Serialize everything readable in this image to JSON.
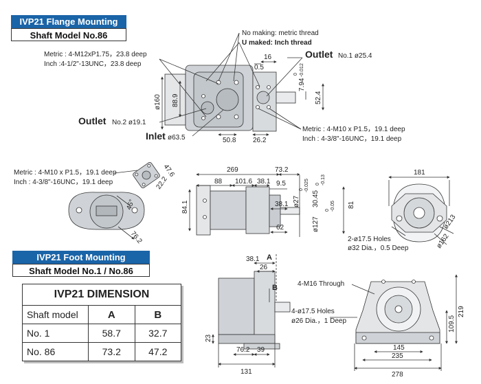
{
  "flange": {
    "title": "IVP21 Flange Mounting",
    "shaft": "Shaft Model No.86"
  },
  "foot": {
    "title": "IVP21 Foot Mounting",
    "shaft": "Shaft Model No.1 / No.86"
  },
  "callouts": {
    "no_making": "No making: metric thread",
    "u_maked": "U maked: Inch thread",
    "metric_m12": "Metric : 4-M12xP1.75，23.8 deep",
    "inch_half": "Inch :4-1/2\"-13UNC，23.8 deep",
    "outlet1_word": "Outlet",
    "outlet1_size": "No.1 ø25.4",
    "outlet2_word": "Outlet",
    "outlet2_size": "No.2 ø19.1",
    "inlet_word": "Inlet",
    "inlet_size": "ø63.5",
    "metric_m10_right": "Metric : 4-M10 x P1.5，19.1 deep",
    "inch_38_right": "Inch : 4-3/8\"-16UNC，19.1 deep",
    "metric_m10_left": "Metric : 4-M10 x P1.5，19.1 deep",
    "inch_38_left": "Inch : 4-3/8\"-16UNC，19.1 deep",
    "holes_175": "2-ø17.5 Holes",
    "cb_32": "ø32 Dia.，0.5 Deep",
    "m16": "4-M16 Through",
    "holes_175b": "4-ø17.5 Holes",
    "cb_26": "ø26 Dia.，1 Deep"
  },
  "dims": {
    "d16": "16",
    "d05": "0.5",
    "d160": "ø160",
    "d889": "88.9",
    "d794": "7.94",
    "d794_tol_top": "0",
    "d794_tol_bot": "-0.012",
    "d524": "52.4",
    "d508": "50.8",
    "d262": "26.2",
    "d476": "47.6",
    "d222": "22.2",
    "d45": "45°",
    "d762a": "76.2",
    "d269": "269",
    "d732": "73.2",
    "d88": "88",
    "d1016": "101.6",
    "d381": "38.1",
    "d95": "9.5",
    "d841": "84.1",
    "d381b": "38.1",
    "d62": "62",
    "d27": "ø27",
    "d27_tol_top": "0",
    "d27_tol_bot": "-0.025",
    "d3045": "30.45",
    "d3045_tol_top": "0",
    "d3045_tol_bot": "-0.13",
    "d127": "ø127",
    "d127_tol_top": "0",
    "d127_tol_bot": "-0.05",
    "d81": "81",
    "d181": "181",
    "d213": "ø213",
    "d162": "ø162",
    "d381c": "38.1",
    "dA": "A",
    "d26": "26",
    "dB": "B",
    "d23": "23",
    "d762b": "76.2",
    "d39": "39",
    "d131": "131",
    "d219": "219",
    "d1095": "109.5",
    "d145": "145",
    "d235": "235",
    "d278": "278"
  },
  "table": {
    "title": "IVP21 DIMENSION",
    "col_model": "Shaft model",
    "col_a": "A",
    "col_b": "B",
    "rows": [
      {
        "model": "No. 1",
        "a": "58.7",
        "b": "32.7"
      },
      {
        "model": "No. 86",
        "a": "73.2",
        "b": "47.2"
      }
    ]
  },
  "colors": {
    "header_blue": "#1a64a8",
    "body_gray": "#cfd3d7",
    "line": "#333333"
  }
}
